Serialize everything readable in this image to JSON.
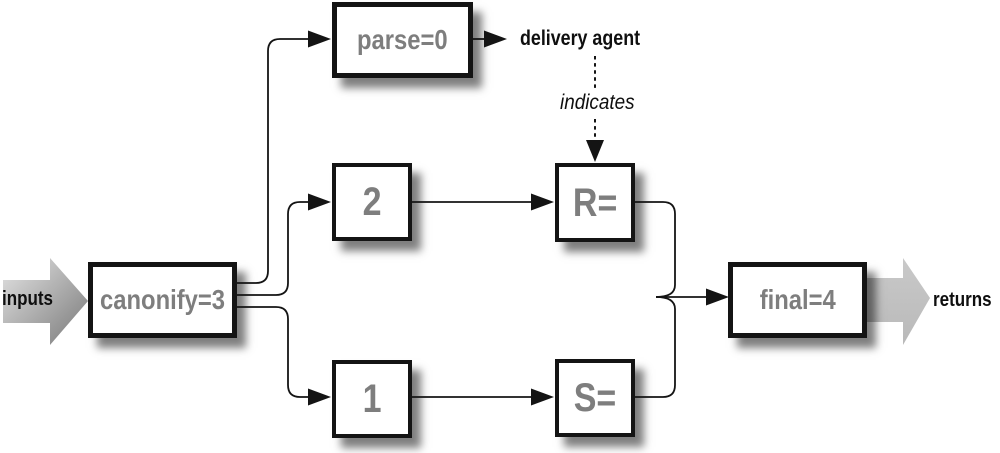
{
  "nodes": {
    "canonify": "canonify=3",
    "parse": "parse=0",
    "rule2": "2",
    "rule1": "1",
    "resolve_r": "R=",
    "resolve_s": "S=",
    "final": "final=4"
  },
  "labels": {
    "inputs": "inputs",
    "returns": "returns",
    "delivery_agent": "delivery agent",
    "indicates": "indicates"
  },
  "colors": {
    "background": "#ffffff",
    "line": "#141414",
    "box_border": "#141414",
    "box_fill": "#ffffff",
    "box_text": "#7e7e7e",
    "label_text": "#0f0f0f",
    "block_arrow": "#c9c9c9",
    "block_arrow_light": "#dadada",
    "block_arrow_dark": "#7d7d7d"
  }
}
